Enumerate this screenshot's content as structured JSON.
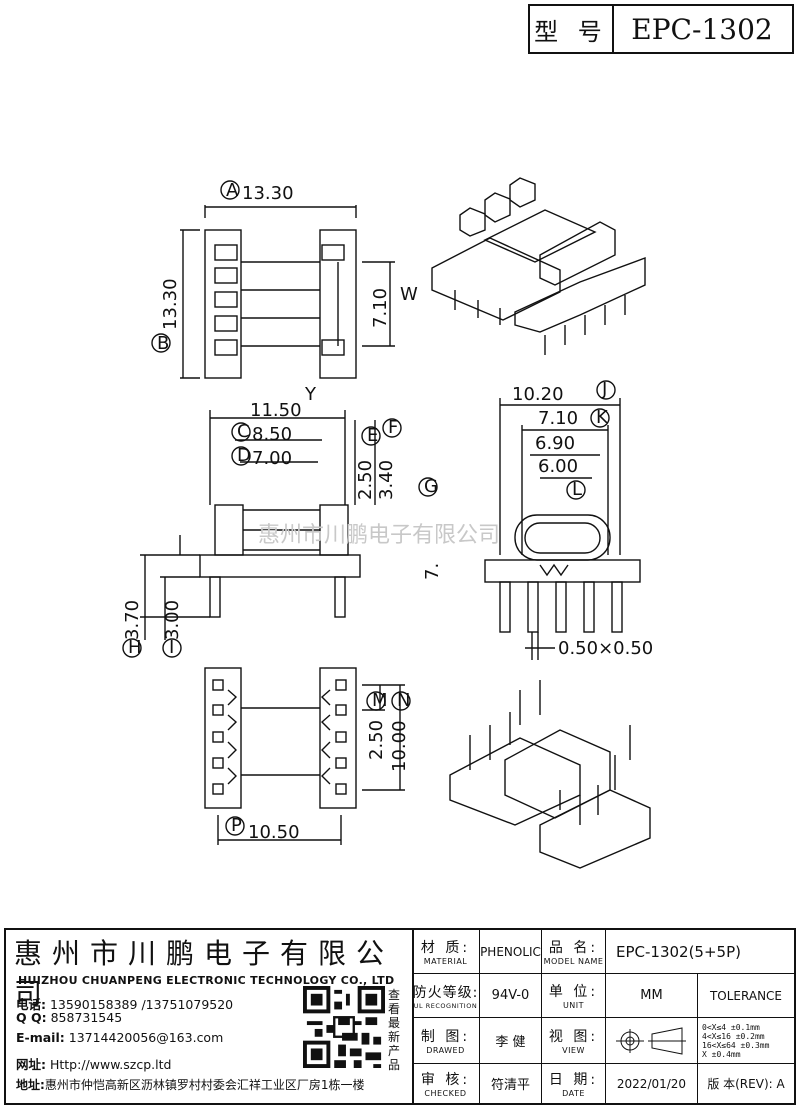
{
  "header": {
    "model_label": "型 号",
    "model_value": "EPC-1302"
  },
  "dimensions": {
    "A": "A",
    "A_val": "13.30",
    "B": "B",
    "B_val": "13.30",
    "W_val": "7.10",
    "W": "W",
    "Y": "Y",
    "Y_val": "11.50",
    "C": "C",
    "C_val": "8.50",
    "D": "D",
    "D_val": "7.00",
    "E": "E",
    "E_val": "2.50",
    "F": "F",
    "F_val": "3.40",
    "G": "G",
    "H": "H",
    "H_val": "3.70",
    "I": "I",
    "I_val": "3.00",
    "J": "J",
    "J_val": "10.20",
    "K": "K",
    "K_val": "7.10",
    "side_val1": "6.90",
    "side_val2": "6.00",
    "L": "L",
    "height_val": "7.",
    "pin": "0.50×0.50",
    "M": "M",
    "M_val": "2.50",
    "N": "N",
    "N_val": "10.00",
    "P": "P",
    "P_val": "10.50"
  },
  "watermark": "惠州市川鹏电子有限公司",
  "company": {
    "name_cn": "惠州市川鹏电子有限公司",
    "name_en": "HUIZHOU CHUANPENG ELECTRONIC TECHNOLOGY CO., LTD",
    "phone_label": "电话:",
    "phone": "13590158389 /13751079520",
    "qq_label": "Q Q:",
    "qq": "858731545",
    "email_label": "E-mail:",
    "email": "13714420056@163.com",
    "web_label": "网址:",
    "web": "Http://www.szcp.ltd",
    "addr_label": "地址:",
    "addr": "惠州市仲恺高新区沥林镇罗村村委会汇祥工业区厂房1栋一楼",
    "qr_caption": "查看最新产品"
  },
  "spec": {
    "material_label": "材 质:",
    "material_sub": "MATERIAL",
    "material": "PHENOLIC",
    "name_label": "品 名:",
    "name_sub": "MODEL NAME",
    "name": "EPC-1302(5+5P)",
    "fire_label": "防火等级:",
    "fire_sub": "UL RECOGNITION",
    "fire": "94V-0",
    "unit_label": "单 位:",
    "unit_sub": "UNIT",
    "unit": "MM",
    "tolerance": "TOLERANCE",
    "drawn_label": "制 图:",
    "drawn_sub": "DRAWED",
    "drawn": "李 健",
    "view_label": "视 图:",
    "view_sub": "VIEW",
    "check_label": "审 核:",
    "check_sub": "CHECKED",
    "check": "符清平",
    "date_label": "日 期:",
    "date_sub": "DATE",
    "date": "2022/01/20",
    "rev_label": "版 本(REV): A",
    "tol_lines": [
      "0<X≤4    ±0.1mm",
      "4<X≤16   ±0.2mm",
      "16<X≤64  ±0.3mm",
      "    X     ±0.4mm"
    ]
  }
}
